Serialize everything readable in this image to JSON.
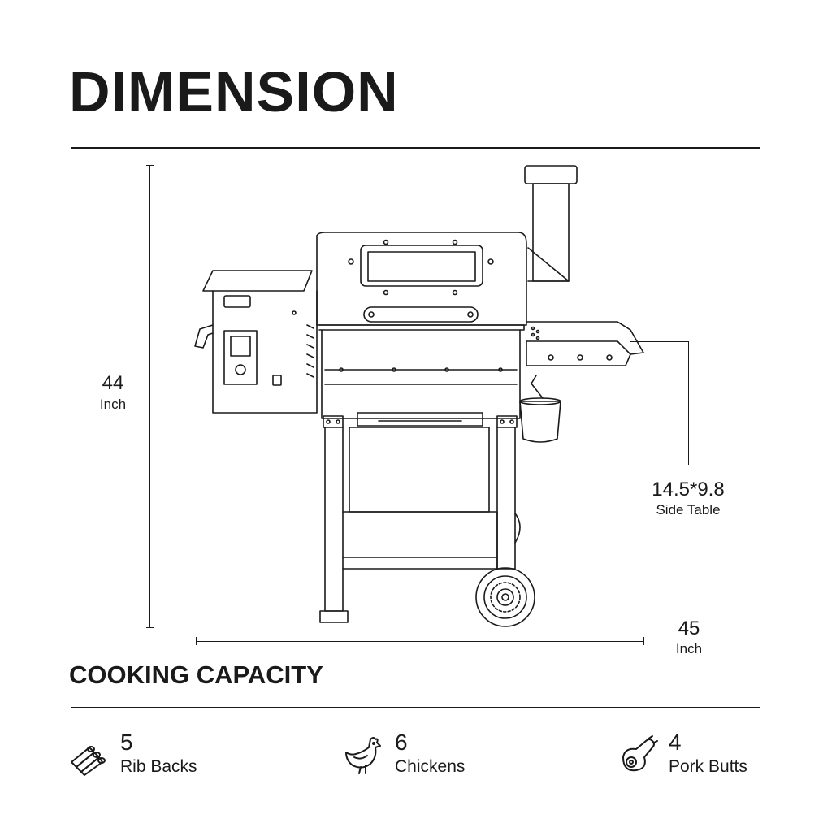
{
  "heading": "DIMENSION",
  "dimensions": {
    "height": {
      "value": "44",
      "unit": "Inch"
    },
    "width": {
      "value": "45",
      "unit": "Inch"
    },
    "side_table": {
      "value": "14.5*9.8",
      "label": "Side Table"
    }
  },
  "capacity_heading": "COOKING CAPACITY",
  "capacity": [
    {
      "value": "5",
      "label": "Rib Backs",
      "icon": "ribs-icon"
    },
    {
      "value": "6",
      "label": "Chickens",
      "icon": "chicken-icon"
    },
    {
      "value": "4",
      "label": "Pork Butts",
      "icon": "pork-butt-icon"
    }
  ]
}
